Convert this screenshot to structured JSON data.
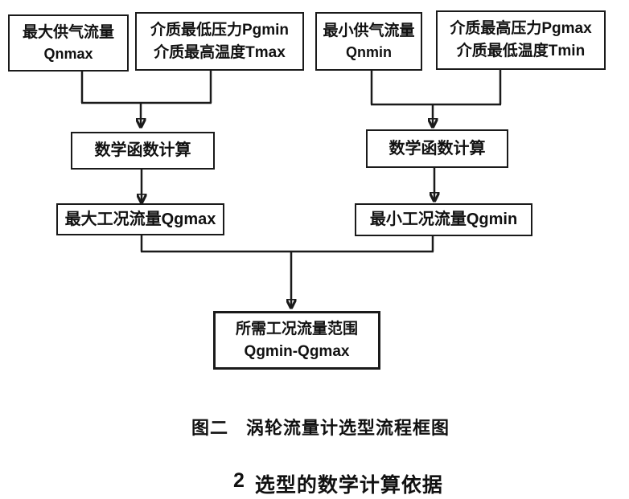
{
  "diagram": {
    "boxes": {
      "qnmax": {
        "line1": "最大供气流量",
        "line2": "Qnmax"
      },
      "pgmin_tmax": {
        "line1": "介质最低压力Pgmin",
        "line2": "介质最高温度Tmax"
      },
      "qnmin": {
        "line1": "最小供气流量",
        "line2": "Qnmin"
      },
      "pgmax_tmin": {
        "line1": "介质最高压力Pgmax",
        "line2": "介质最低温度Tmin"
      },
      "calc_left": {
        "label": "数学函数计算"
      },
      "calc_right": {
        "label": "数学函数计算"
      },
      "qgmax": {
        "label": "最大工况流量Qgmax"
      },
      "qgmin": {
        "label": "最小工况流量Qgmin"
      },
      "final": {
        "line1": "所需工况流量范围",
        "line2": "Qgmin-Qgmax"
      }
    },
    "caption": {
      "figure_label": "图二",
      "title": "涡轮流量计选型流程框图"
    }
  },
  "section": {
    "number": "2",
    "title": "选型的数学计算依据"
  },
  "colors": {
    "line": "#1a1a1a",
    "text": "#111111",
    "background": "#ffffff"
  }
}
